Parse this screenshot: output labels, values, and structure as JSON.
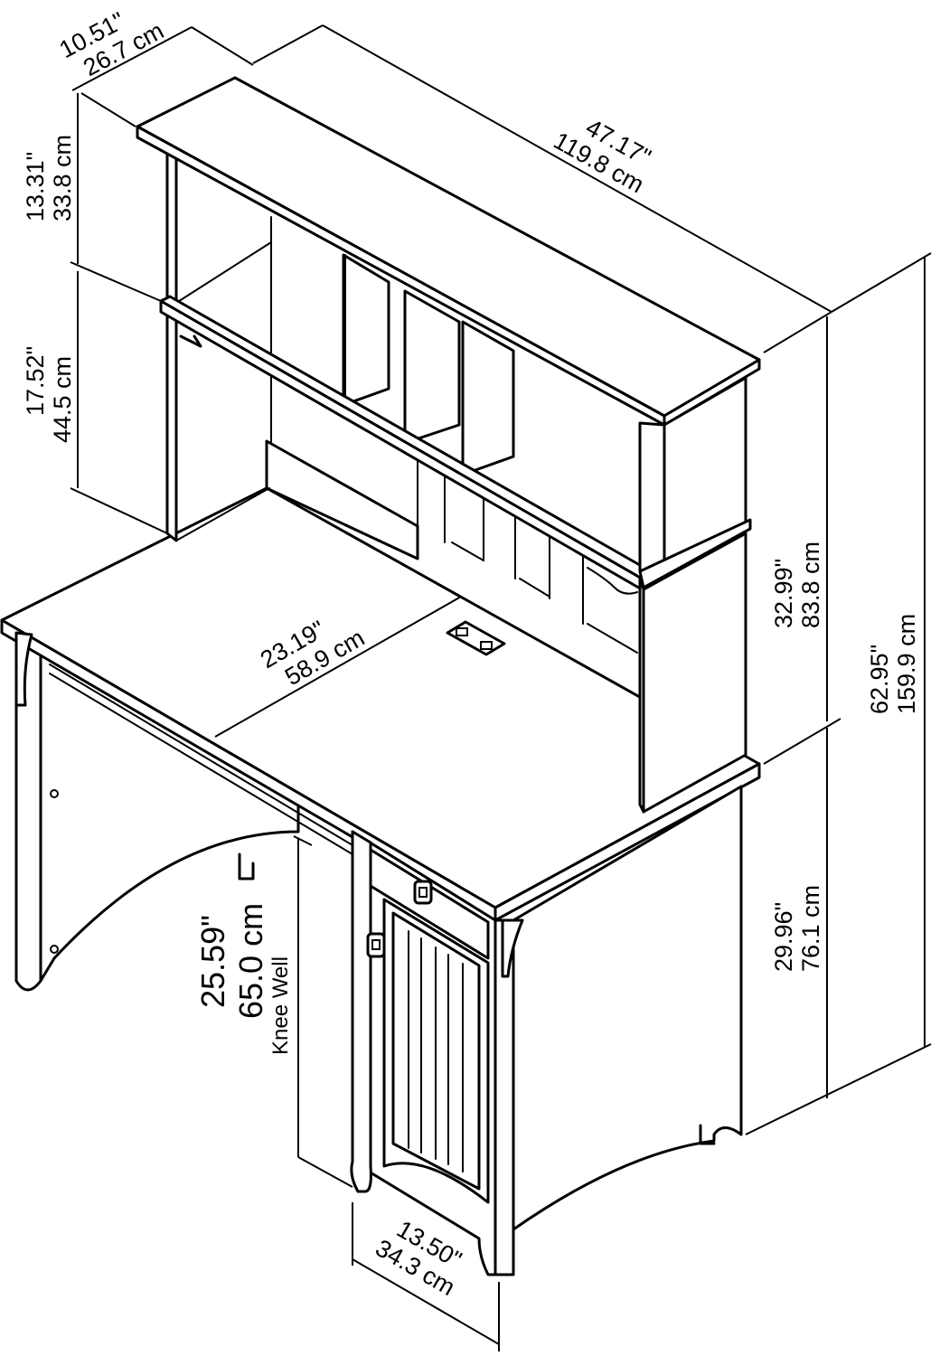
{
  "diagram": {
    "dimensions": {
      "hutch_depth": {
        "inches": "10.51\"",
        "cm": "26.7 cm"
      },
      "hutch_top_height": {
        "inches": "13.31\"",
        "cm": "33.8 cm"
      },
      "hutch_width": {
        "inches": "47.17\"",
        "cm": "119.8 cm"
      },
      "hutch_lower_height": {
        "inches": "17.52\"",
        "cm": "44.5 cm"
      },
      "hutch_height": {
        "inches": "32.99\"",
        "cm": "83.8 cm"
      },
      "desk_depth": {
        "inches": "23.19\"",
        "cm": "58.9 cm"
      },
      "total_height": {
        "inches": "62.95\"",
        "cm": "159.9 cm"
      },
      "desk_height": {
        "inches": "29.96\"",
        "cm": "76.1 cm"
      },
      "knee_well": {
        "inches": "25.59\"",
        "cm": "65.0 cm",
        "label": "Knee Well"
      },
      "cabinet_width": {
        "inches": "13.50\"",
        "cm": "34.3 cm"
      }
    }
  }
}
